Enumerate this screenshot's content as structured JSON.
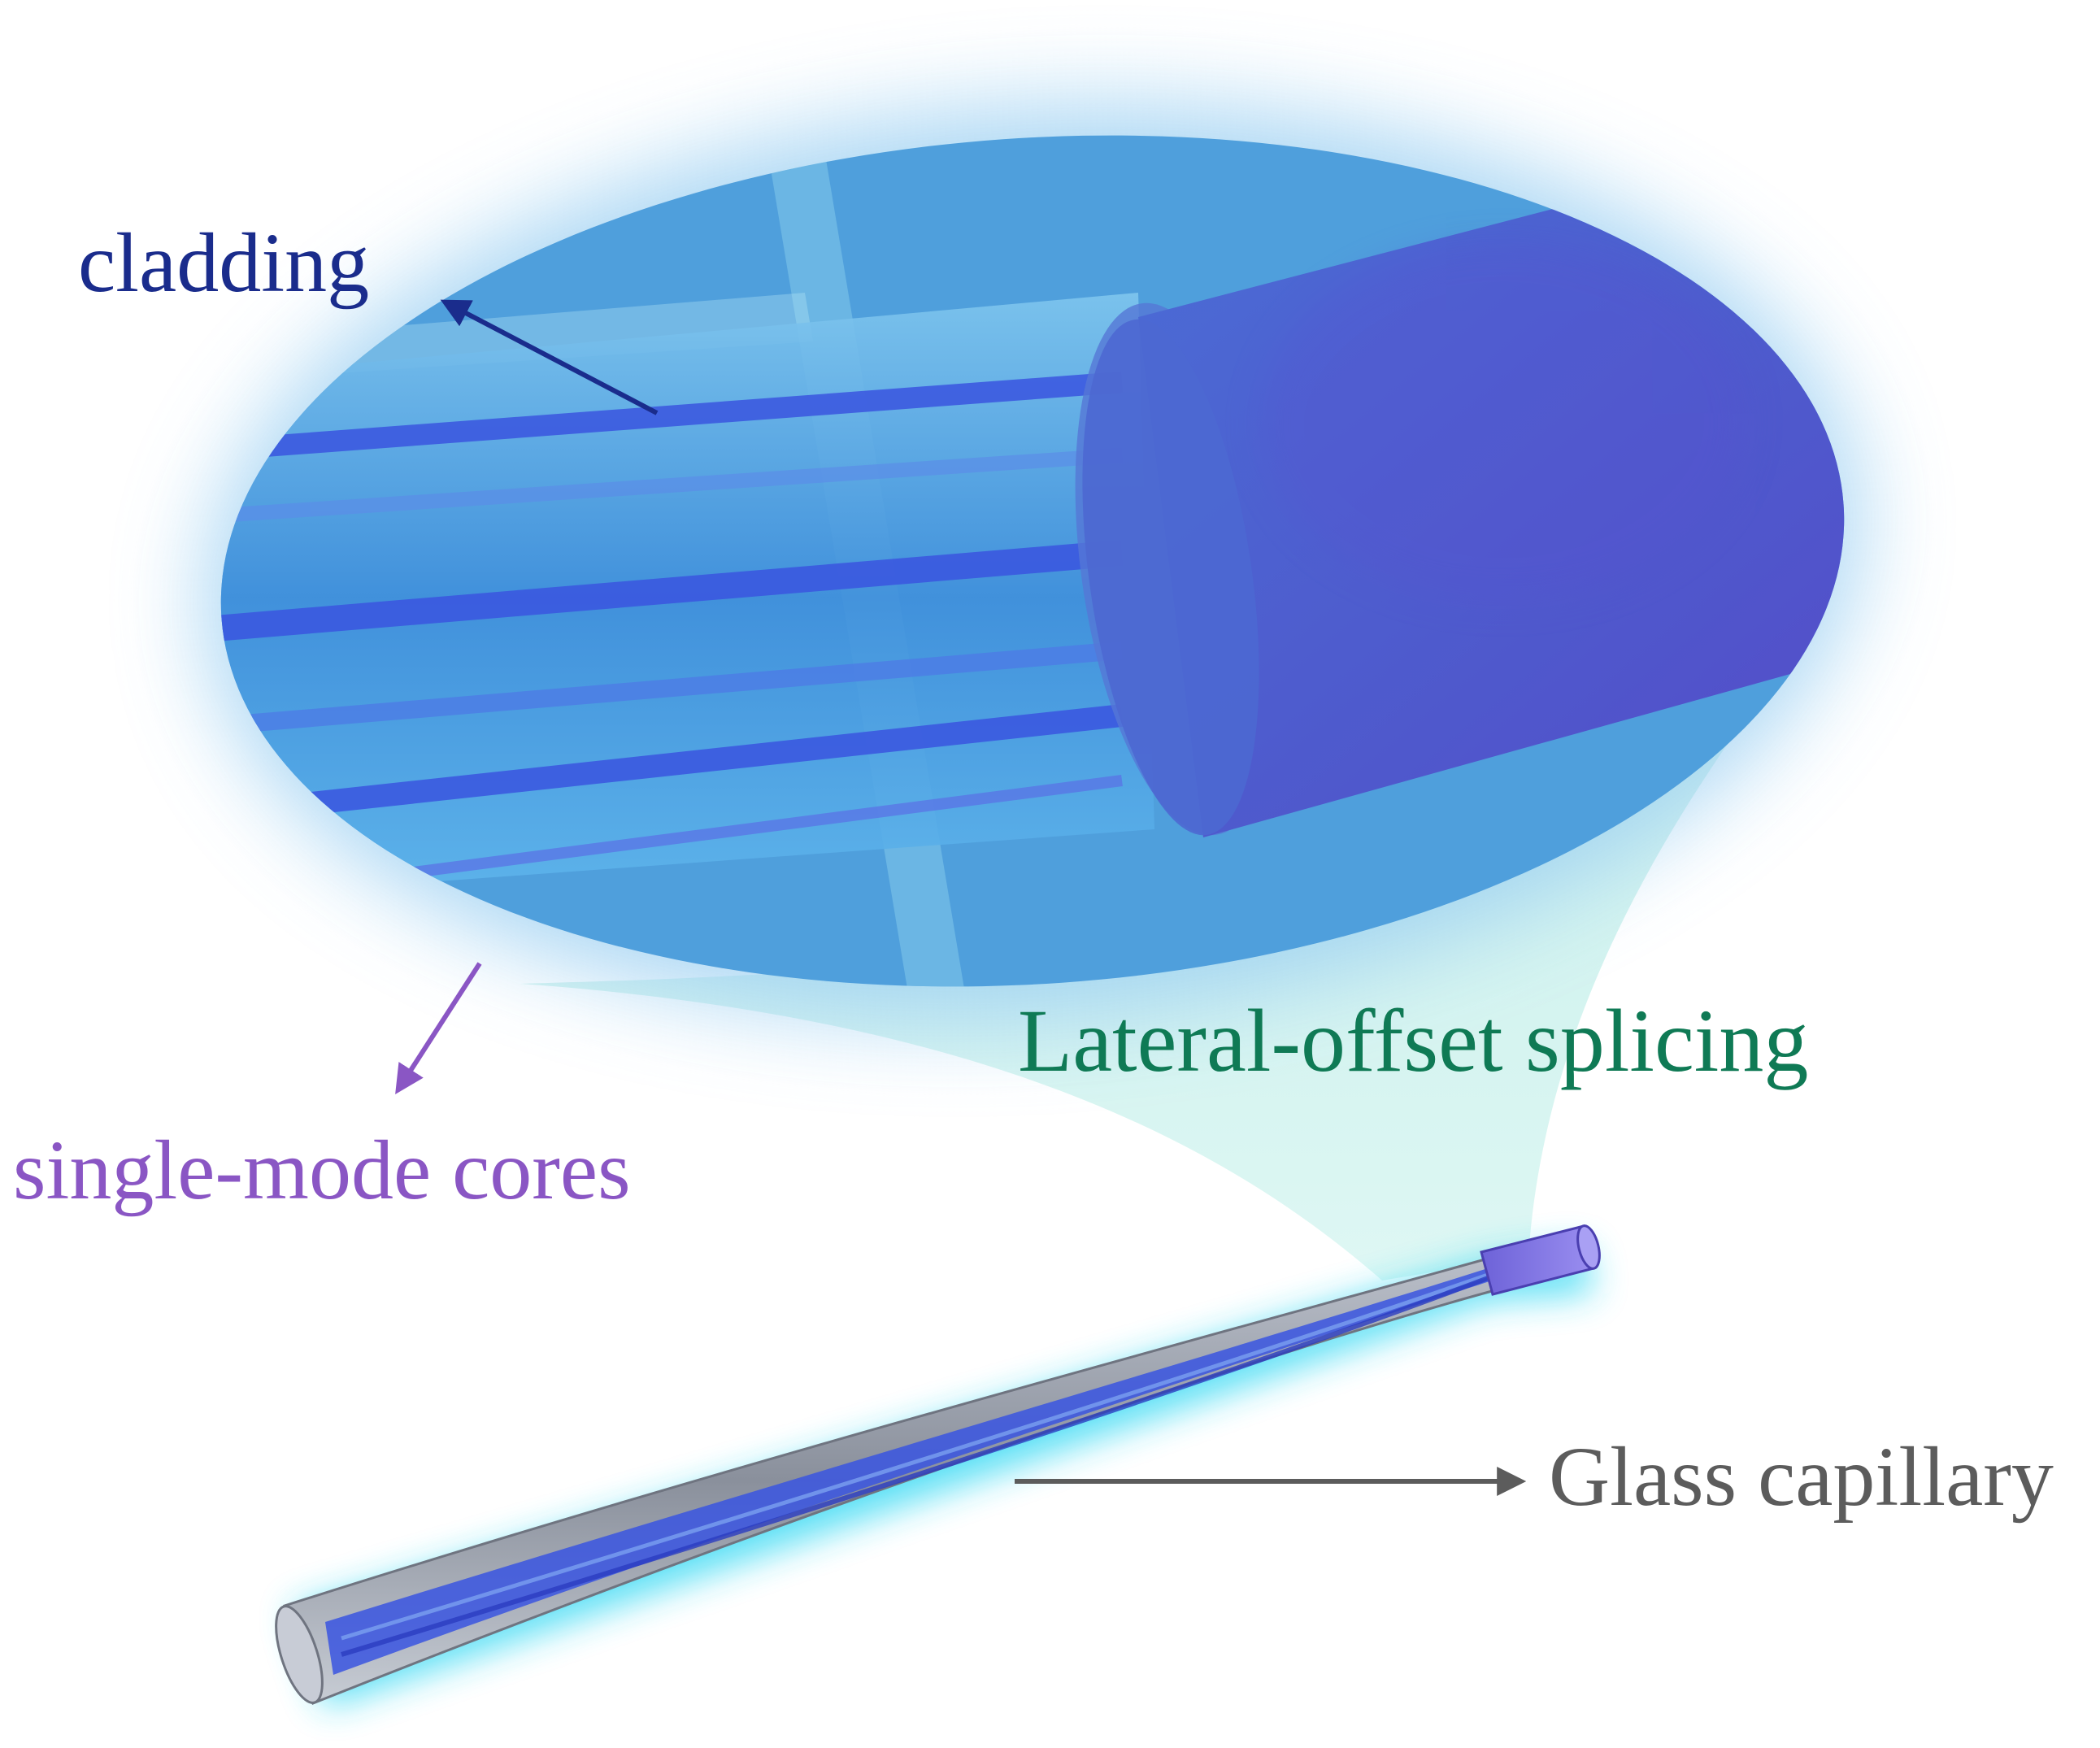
{
  "labels": {
    "cladding": "cladding",
    "cores": "single-mode cores",
    "splicing": "Lateral-offset splicing",
    "capillary": "Glass capillary"
  },
  "colors": {
    "cladding": "#1a2c8c",
    "cores": "#8a56c4",
    "splicing": "#0f7a55",
    "capillary": "#5c5c5c",
    "glow_cyan": "#27d6f2",
    "fiber_blue": "#3f7fd8",
    "sleeve_purple": "#5a5ad0",
    "core_blue": "#3a55e0"
  }
}
